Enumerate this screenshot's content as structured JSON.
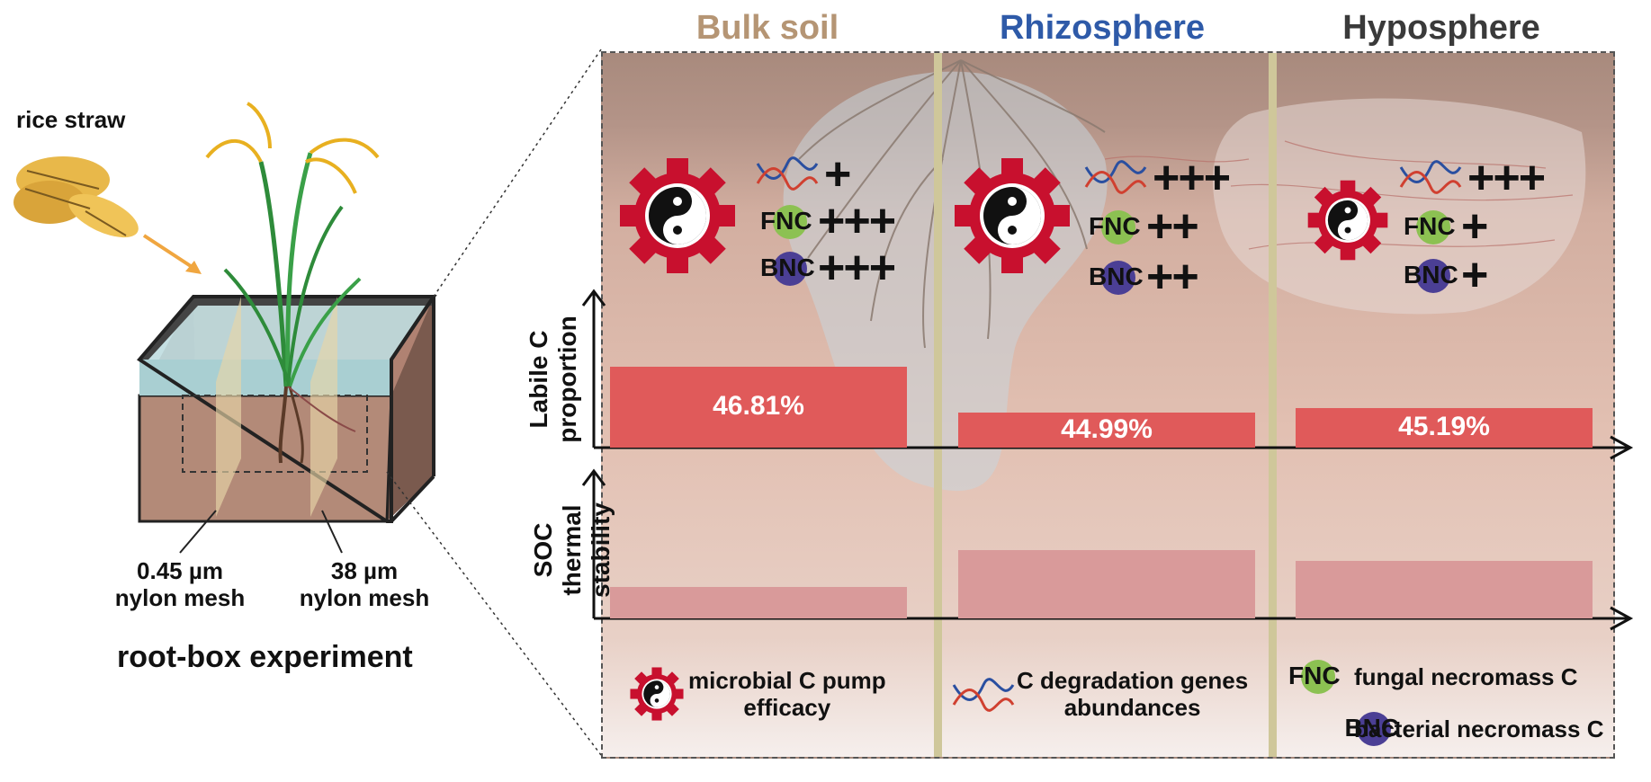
{
  "left_panel": {
    "straw_label": "rice straw",
    "mesh_left_label": [
      "0.45 µm",
      "nylon mesh"
    ],
    "mesh_right_label": [
      "38 µm",
      "nylon mesh"
    ],
    "caption": "root-box experiment"
  },
  "columns": [
    {
      "title": "Bulk soil",
      "title_color": "#b59574",
      "gene_signs": "+",
      "fnc_signs": "+++",
      "bnc_signs": "+++",
      "labile_c_percent": 46.81,
      "labile_c_label": "46.81%"
    },
    {
      "title": "Rhizosphere",
      "title_color": "#2e5aa8",
      "gene_signs": "+++",
      "fnc_signs": "++",
      "bnc_signs": "++",
      "labile_c_percent": 44.99,
      "labile_c_label": "44.99%"
    },
    {
      "title": "Hyposphere",
      "title_color": "#3a3a3a",
      "gene_signs": "+++",
      "fnc_signs": "+",
      "bnc_signs": "+",
      "labile_c_percent": 45.19,
      "labile_c_label": "45.19%"
    }
  ],
  "axes": {
    "upper_label": [
      "Labile C",
      "proportion"
    ],
    "lower_label": [
      "SOC thermal",
      "stability"
    ]
  },
  "thermal_stability_relative": [
    0.32,
    0.69,
    0.58
  ],
  "badges": {
    "fnc": "FNC",
    "bnc": "BNC"
  },
  "legend": {
    "pump": [
      "microbial C pump",
      "efficacy"
    ],
    "genes": [
      "C degradation genes",
      "abundances"
    ],
    "fnc": "fungal necromass C",
    "bnc": "bacterial necromass C"
  },
  "colors": {
    "labile_bar": "#e05a5a",
    "thermal_bar": "#d99a9a",
    "soil_top": "#a98878",
    "soil_mid": "#d8b4a6",
    "divider": "#cfc79a",
    "gear": "#c8102e",
    "fnc_circle": "#8cc152",
    "bnc_circle": "#4b3f95"
  }
}
